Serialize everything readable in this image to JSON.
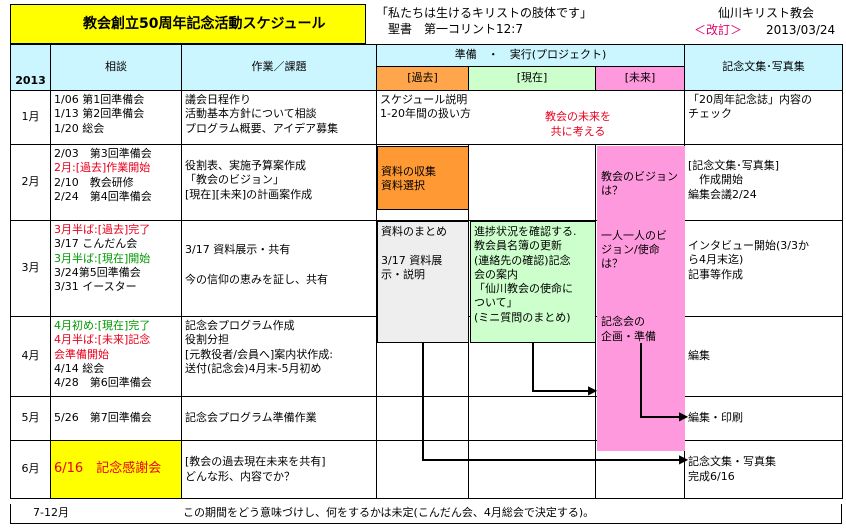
{
  "header": {
    "title": "教会創立50周年記念活動スケジュール",
    "verse_quote": "「私たちは生けるキリストの肢体です」",
    "verse_ref": "聖書　第一コリント12:7",
    "church_name": "仙川キリスト教会",
    "revised": "＜改訂＞",
    "date": "2013/03/24"
  },
  "columns": {
    "year": "2013",
    "consult": "相談",
    "work": "作業／課題",
    "project": "準備　・　実行(プロジェクト)",
    "past": "[過去]",
    "present": "[現在]",
    "future": "[未来]",
    "publication": "記念文集･写真集"
  },
  "rows": [
    {
      "month": "1月",
      "consult": [
        "1/06 第1回準備会",
        "1/13 第2回準備会",
        "1/20 総会"
      ],
      "work": [
        "議会日程作り",
        "活動基本方針について相談",
        "プログラム概要、アイデア募集"
      ],
      "project": [
        "スケジュール説明",
        "1-20年間の扱い方"
      ],
      "proposal": [
        "教会の未来を",
        "共に考える"
      ],
      "publication": [
        "「20周年記念誌」内容の",
        "チェック"
      ]
    },
    {
      "month": "2月",
      "consult": [
        "2/03　第3回準備会",
        "2月:[過去]作業開始",
        "2/10　教会研修",
        "2/24　第4回準備会"
      ],
      "work": [
        "役割表、実施予算案作成",
        "「教会のビジョン」",
        "[現在][未来]の計画案作成"
      ],
      "publication": [
        "[記念文集･写真集]",
        "　作成開始",
        "編集会議2/24"
      ]
    },
    {
      "month": "3月",
      "consult": [
        "3月半ば:[過去]完了",
        "3/17 こんだん会",
        "3月半ば:[現在]開始",
        "3/24第5回準備会",
        "3/31 イースター"
      ],
      "work": [
        "3/17 資料展示・共有",
        "今の信仰の恵みを証し、共有"
      ],
      "publication": [
        "インタビュー開始(3/3か",
        "ら4月末迄)",
        "記事等作成"
      ]
    },
    {
      "month": "4月",
      "consult": [
        "4月初め:[現在]完了",
        "4月半ば:[未来]記念",
        "会準備開始",
        "4/14 総会",
        "4/28　第6回準備会"
      ],
      "work": [
        "記念会プログラム作成",
        "役割分担",
        "[元教役者/会員へ]案内状作成:",
        "送付(記念会)4月末-5月初め"
      ],
      "publication": [
        "編集"
      ]
    },
    {
      "month": "5月",
      "consult": [
        "5/26　第7回準備会"
      ],
      "work": [
        "記念会プログラム準備作業"
      ],
      "publication": [
        "編集・印刷"
      ]
    },
    {
      "month": "6月",
      "consult": [
        "6/16　記念感謝会"
      ],
      "work": [
        "[教会の過去現在未来を共有]",
        "どんな形、内容でか？"
      ],
      "publication": [
        "記念文集・写真集",
        "完成6/16"
      ]
    }
  ],
  "cells": {
    "past_collect": [
      "資料の収集",
      "資料選択"
    ],
    "past_summary": [
      "資料のまとめ",
      "",
      "3/17 資料展",
      "示・説明"
    ],
    "present_progress": [
      "進捗状況を確認する.",
      "教会員名簿の更新",
      "(連絡先の確認)記念",
      "会の案内",
      "「仙川教会の使命に",
      "ついて」",
      "(ミニ質問のまとめ)"
    ],
    "future_vision": [
      "教会のビジョン",
      "は？"
    ],
    "future_mission": [
      "一人一人のビ",
      "ジョン/使命",
      "は？"
    ],
    "future_event": [
      "記念会の",
      "企画・準備"
    ]
  },
  "footer": {
    "period": "7-12月",
    "note": "この期間をどう意味づけし、何をするかは未定(こんだん会、4月総会で決定する)。"
  },
  "colors": {
    "title_bg": "#ffff00",
    "header_bg": "#ccf6ff",
    "past": "#ff9933",
    "present": "#ccffcc",
    "future": "#ff99dd",
    "accent_red": "#e8001c",
    "accent_green": "#009900",
    "accent_blue": "#0000cc"
  }
}
